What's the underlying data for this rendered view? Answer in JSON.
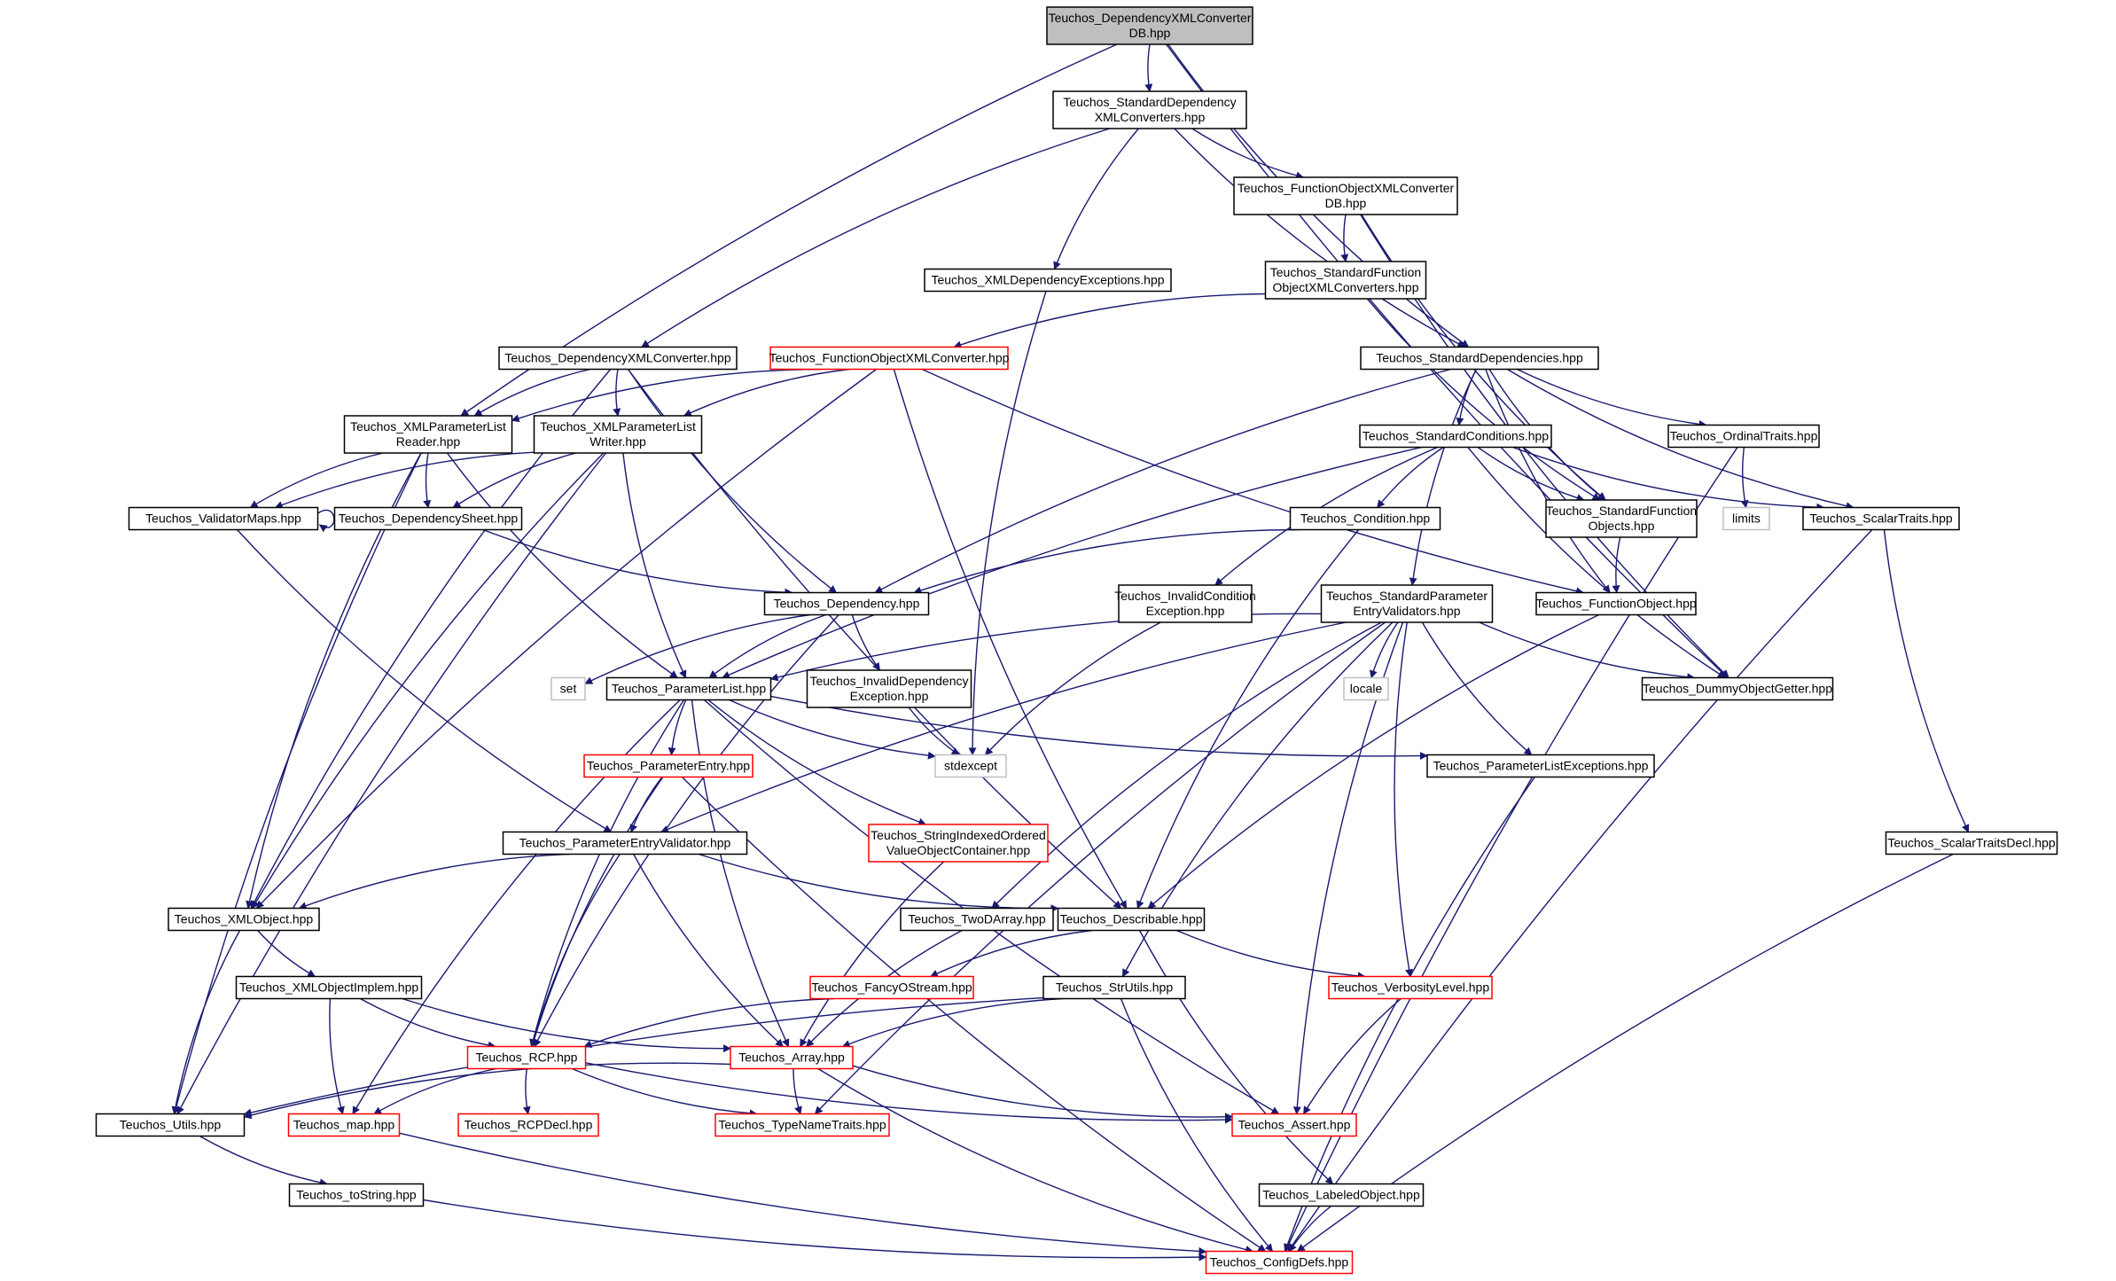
{
  "diagram": {
    "root": "n0",
    "colors": {
      "edge": "#191970",
      "border_normal": "#000000",
      "border_truncated": "#ff0000",
      "border_system": "#bfbfbf",
      "root_fill": "#bfbfbf",
      "text": "#000000"
    },
    "nodes": [
      {
        "id": "n0",
        "lines": [
          "Teuchos_DependencyXMLConverter",
          "DB.hpp"
        ],
        "style": "root"
      },
      {
        "id": "n1",
        "lines": [
          "Teuchos_StandardDependency",
          "XMLConverters.hpp"
        ],
        "style": "normal"
      },
      {
        "id": "n2",
        "lines": [
          "Teuchos_FunctionObjectXMLConverter",
          "DB.hpp"
        ],
        "style": "normal"
      },
      {
        "id": "n3",
        "lines": [
          "Teuchos_XMLDependencyExceptions.hpp"
        ],
        "style": "normal"
      },
      {
        "id": "n4",
        "lines": [
          "Teuchos_StandardFunction",
          "ObjectXMLConverters.hpp"
        ],
        "style": "normal"
      },
      {
        "id": "n5",
        "lines": [
          "Teuchos_DependencyXMLConverter.hpp"
        ],
        "style": "normal"
      },
      {
        "id": "n6",
        "lines": [
          "Teuchos_FunctionObjectXMLConverter.hpp"
        ],
        "style": "truncated"
      },
      {
        "id": "n7",
        "lines": [
          "Teuchos_StandardDependencies.hpp"
        ],
        "style": "normal"
      },
      {
        "id": "n8",
        "lines": [
          "Teuchos_XMLParameterList",
          "Reader.hpp"
        ],
        "style": "normal"
      },
      {
        "id": "n9",
        "lines": [
          "Teuchos_XMLParameterList",
          "Writer.hpp"
        ],
        "style": "normal"
      },
      {
        "id": "n10",
        "lines": [
          "Teuchos_StandardConditions.hpp"
        ],
        "style": "normal"
      },
      {
        "id": "n11",
        "lines": [
          "Teuchos_OrdinalTraits.hpp"
        ],
        "style": "normal"
      },
      {
        "id": "n12",
        "lines": [
          "Teuchos_ValidatorMaps.hpp"
        ],
        "style": "normal"
      },
      {
        "id": "n13",
        "lines": [
          "Teuchos_DependencySheet.hpp"
        ],
        "style": "normal"
      },
      {
        "id": "n14",
        "lines": [
          "Teuchos_Condition.hpp"
        ],
        "style": "normal"
      },
      {
        "id": "n15",
        "lines": [
          "Teuchos_StandardFunction",
          "Objects.hpp"
        ],
        "style": "normal"
      },
      {
        "id": "n16",
        "lines": [
          "limits"
        ],
        "style": "system"
      },
      {
        "id": "n17",
        "lines": [
          "Teuchos_ScalarTraits.hpp"
        ],
        "style": "normal"
      },
      {
        "id": "n18",
        "lines": [
          "Teuchos_Dependency.hpp"
        ],
        "style": "normal"
      },
      {
        "id": "n19",
        "lines": [
          "Teuchos_InvalidCondition",
          "Exception.hpp"
        ],
        "style": "normal"
      },
      {
        "id": "n20",
        "lines": [
          "Teuchos_StandardParameter",
          "EntryValidators.hpp"
        ],
        "style": "normal"
      },
      {
        "id": "n21",
        "lines": [
          "Teuchos_FunctionObject.hpp"
        ],
        "style": "normal"
      },
      {
        "id": "n22",
        "lines": [
          "set"
        ],
        "style": "system"
      },
      {
        "id": "n23",
        "lines": [
          "Teuchos_ParameterList.hpp"
        ],
        "style": "normal"
      },
      {
        "id": "n24",
        "lines": [
          "Teuchos_InvalidDependency",
          "Exception.hpp"
        ],
        "style": "normal"
      },
      {
        "id": "n25",
        "lines": [
          "locale"
        ],
        "style": "system"
      },
      {
        "id": "n26",
        "lines": [
          "Teuchos_DummyObjectGetter.hpp"
        ],
        "style": "normal"
      },
      {
        "id": "n27",
        "lines": [
          "stdexcept"
        ],
        "style": "system"
      },
      {
        "id": "n28",
        "lines": [
          "Teuchos_ParameterEntry.hpp"
        ],
        "style": "truncated"
      },
      {
        "id": "n29",
        "lines": [
          "Teuchos_ParameterListExceptions.hpp"
        ],
        "style": "normal"
      },
      {
        "id": "n30",
        "lines": [
          "Teuchos_ParameterEntryValidator.hpp"
        ],
        "style": "normal"
      },
      {
        "id": "n31",
        "lines": [
          "Teuchos_StringIndexedOrdered",
          "ValueObjectContainer.hpp"
        ],
        "style": "truncated"
      },
      {
        "id": "n32",
        "lines": [
          "Teuchos_ScalarTraitsDecl.hpp"
        ],
        "style": "normal"
      },
      {
        "id": "n33",
        "lines": [
          "Teuchos_XMLObject.hpp"
        ],
        "style": "normal"
      },
      {
        "id": "n34",
        "lines": [
          "Teuchos_TwoDArray.hpp"
        ],
        "style": "normal"
      },
      {
        "id": "n35",
        "lines": [
          "Teuchos_Describable.hpp"
        ],
        "style": "normal"
      },
      {
        "id": "n36",
        "lines": [
          "Teuchos_XMLObjectImplem.hpp"
        ],
        "style": "normal"
      },
      {
        "id": "n37",
        "lines": [
          "Teuchos_FancyOStream.hpp"
        ],
        "style": "truncated"
      },
      {
        "id": "n38",
        "lines": [
          "Teuchos_StrUtils.hpp"
        ],
        "style": "normal"
      },
      {
        "id": "n39",
        "lines": [
          "Teuchos_VerbosityLevel.hpp"
        ],
        "style": "truncated"
      },
      {
        "id": "n40",
        "lines": [
          "Teuchos_RCP.hpp"
        ],
        "style": "truncated"
      },
      {
        "id": "n41",
        "lines": [
          "Teuchos_Array.hpp"
        ],
        "style": "truncated"
      },
      {
        "id": "n42",
        "lines": [
          "Teuchos_Utils.hpp"
        ],
        "style": "normal"
      },
      {
        "id": "n43",
        "lines": [
          "Teuchos_map.hpp"
        ],
        "style": "truncated"
      },
      {
        "id": "n44",
        "lines": [
          "Teuchos_RCPDecl.hpp"
        ],
        "style": "truncated"
      },
      {
        "id": "n45",
        "lines": [
          "Teuchos_TypeNameTraits.hpp"
        ],
        "style": "truncated"
      },
      {
        "id": "n46",
        "lines": [
          "Teuchos_Assert.hpp"
        ],
        "style": "truncated"
      },
      {
        "id": "n47",
        "lines": [
          "Teuchos_toString.hpp"
        ],
        "style": "normal"
      },
      {
        "id": "n48",
        "lines": [
          "Teuchos_LabeledObject.hpp"
        ],
        "style": "normal"
      },
      {
        "id": "n49",
        "lines": [
          "Teuchos_ConfigDefs.hpp"
        ],
        "style": "truncated"
      }
    ],
    "edges": [
      [
        "n0",
        "n1"
      ],
      [
        "n0",
        "n8"
      ],
      [
        "n0",
        "n7"
      ],
      [
        "n0",
        "n26"
      ],
      [
        "n1",
        "n2"
      ],
      [
        "n1",
        "n3"
      ],
      [
        "n1",
        "n5"
      ],
      [
        "n1",
        "n7"
      ],
      [
        "n2",
        "n4"
      ],
      [
        "n2",
        "n15"
      ],
      [
        "n2",
        "n26"
      ],
      [
        "n3",
        "n27"
      ],
      [
        "n4",
        "n6"
      ],
      [
        "n4",
        "n15"
      ],
      [
        "n5",
        "n8"
      ],
      [
        "n5",
        "n9"
      ],
      [
        "n5",
        "n18"
      ],
      [
        "n5",
        "n33"
      ],
      [
        "n5",
        "n35"
      ],
      [
        "n6",
        "n8"
      ],
      [
        "n6",
        "n9"
      ],
      [
        "n6",
        "n21"
      ],
      [
        "n6",
        "n33"
      ],
      [
        "n6",
        "n35"
      ],
      [
        "n7",
        "n10"
      ],
      [
        "n7",
        "n11"
      ],
      [
        "n7",
        "n15"
      ],
      [
        "n7",
        "n17"
      ],
      [
        "n7",
        "n18"
      ],
      [
        "n7",
        "n20"
      ],
      [
        "n7",
        "n21"
      ],
      [
        "n8",
        "n12"
      ],
      [
        "n8",
        "n13"
      ],
      [
        "n8",
        "n23"
      ],
      [
        "n8",
        "n33"
      ],
      [
        "n8",
        "n42"
      ],
      [
        "n9",
        "n12"
      ],
      [
        "n9",
        "n13"
      ],
      [
        "n9",
        "n23"
      ],
      [
        "n9",
        "n33"
      ],
      [
        "n9",
        "n42"
      ],
      [
        "n10",
        "n14"
      ],
      [
        "n10",
        "n15"
      ],
      [
        "n10",
        "n17"
      ],
      [
        "n10",
        "n19"
      ],
      [
        "n10",
        "n23"
      ],
      [
        "n10",
        "n26"
      ],
      [
        "n11",
        "n16"
      ],
      [
        "n11",
        "n49"
      ],
      [
        "n12",
        "n12"
      ],
      [
        "n12",
        "n30"
      ],
      [
        "n13",
        "n18"
      ],
      [
        "n14",
        "n18"
      ],
      [
        "n14",
        "n35"
      ],
      [
        "n15",
        "n21"
      ],
      [
        "n17",
        "n32"
      ],
      [
        "n17",
        "n49"
      ],
      [
        "n18",
        "n22"
      ],
      [
        "n18",
        "n23"
      ],
      [
        "n18",
        "n24"
      ],
      [
        "n18",
        "n40"
      ],
      [
        "n19",
        "n27"
      ],
      [
        "n20",
        "n23"
      ],
      [
        "n20",
        "n25"
      ],
      [
        "n20",
        "n26"
      ],
      [
        "n20",
        "n29"
      ],
      [
        "n20",
        "n30"
      ],
      [
        "n20",
        "n34"
      ],
      [
        "n20",
        "n38"
      ],
      [
        "n20",
        "n39"
      ],
      [
        "n20",
        "n45"
      ],
      [
        "n20",
        "n46"
      ],
      [
        "n21",
        "n35"
      ],
      [
        "n23",
        "n27"
      ],
      [
        "n23",
        "n28"
      ],
      [
        "n23",
        "n29"
      ],
      [
        "n23",
        "n31"
      ],
      [
        "n23",
        "n40"
      ],
      [
        "n23",
        "n41"
      ],
      [
        "n23",
        "n43"
      ],
      [
        "n23",
        "n46"
      ],
      [
        "n24",
        "n27"
      ],
      [
        "n28",
        "n30"
      ],
      [
        "n28",
        "n40"
      ],
      [
        "n28",
        "n49"
      ],
      [
        "n29",
        "n49"
      ],
      [
        "n30",
        "n33"
      ],
      [
        "n30",
        "n35"
      ],
      [
        "n30",
        "n40"
      ],
      [
        "n30",
        "n41"
      ],
      [
        "n31",
        "n41"
      ],
      [
        "n32",
        "n49"
      ],
      [
        "n33",
        "n36"
      ],
      [
        "n33",
        "n42"
      ],
      [
        "n34",
        "n41"
      ],
      [
        "n35",
        "n37"
      ],
      [
        "n35",
        "n39"
      ],
      [
        "n35",
        "n48"
      ],
      [
        "n36",
        "n40"
      ],
      [
        "n36",
        "n41"
      ],
      [
        "n36",
        "n43"
      ],
      [
        "n37",
        "n40"
      ],
      [
        "n38",
        "n41"
      ],
      [
        "n38",
        "n42"
      ],
      [
        "n38",
        "n49"
      ],
      [
        "n39",
        "n46"
      ],
      [
        "n40",
        "n43"
      ],
      [
        "n40",
        "n44"
      ],
      [
        "n40",
        "n45"
      ],
      [
        "n40",
        "n46"
      ],
      [
        "n41",
        "n42"
      ],
      [
        "n41",
        "n45"
      ],
      [
        "n41",
        "n46"
      ],
      [
        "n41",
        "n49"
      ],
      [
        "n42",
        "n47"
      ],
      [
        "n43",
        "n49"
      ],
      [
        "n47",
        "n49"
      ],
      [
        "n48",
        "n49"
      ]
    ]
  }
}
